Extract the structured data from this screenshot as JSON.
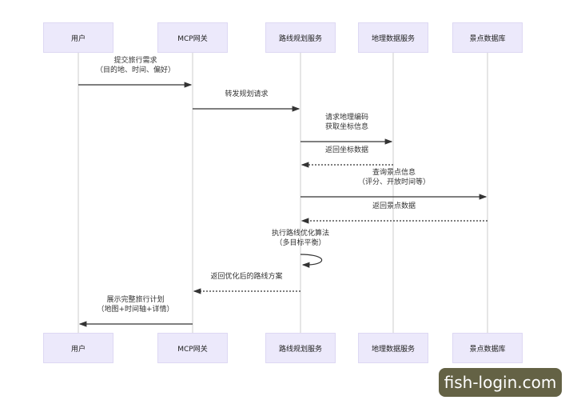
{
  "participants": [
    "用户",
    "MCP网关",
    "路线规划服务",
    "地理数据服务",
    "景点数据库"
  ],
  "messages": [
    {
      "from": 0,
      "to": 1,
      "lines": [
        "提交旅行需求",
        "（目的地、时间、偏好）"
      ],
      "dashed": false
    },
    {
      "from": 1,
      "to": 2,
      "lines": [
        "转发规划请求"
      ],
      "dashed": false
    },
    {
      "from": 2,
      "to": 3,
      "lines": [
        "请求地理编码",
        "获取坐标信息"
      ],
      "dashed": false
    },
    {
      "from": 3,
      "to": 2,
      "lines": [
        "返回坐标数据"
      ],
      "dashed": true
    },
    {
      "from": 2,
      "to": 4,
      "lines": [
        "查询景点信息",
        "（评分、开放时间等）"
      ],
      "dashed": false
    },
    {
      "from": 4,
      "to": 2,
      "lines": [
        "返回景点数据"
      ],
      "dashed": true
    },
    {
      "from": 2,
      "to": 2,
      "lines": [
        "执行路线优化算法",
        "（多目标平衡）"
      ],
      "dashed": false
    },
    {
      "from": 2,
      "to": 1,
      "lines": [
        "返回优化后的路线方案"
      ],
      "dashed": true
    },
    {
      "from": 1,
      "to": 0,
      "lines": [
        "展示完整旅行计划",
        "（地图+时间轴+详情）"
      ],
      "dashed": false
    }
  ],
  "watermark": "fish-login.com"
}
